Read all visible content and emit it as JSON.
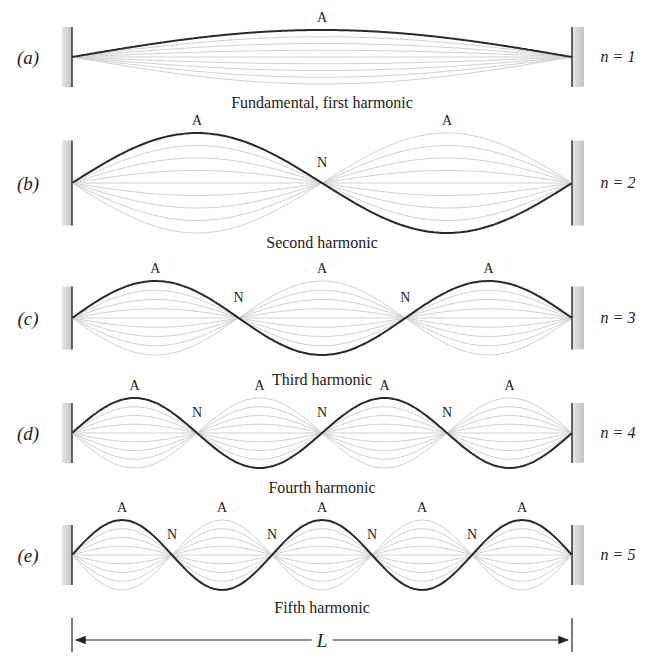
{
  "diagram": {
    "labels": [
      "(a)",
      "A",
      "n = 1",
      "Fundamental, first harmonic",
      "(b)",
      "A",
      "N",
      "A",
      "n = 2",
      "Second harmonic",
      "(c)",
      "A",
      "N",
      "A",
      "N",
      "A",
      "n = 3",
      "Third harmonic",
      "(d)",
      "A",
      "N",
      "A",
      "N",
      "A",
      "N",
      "A",
      "n = 4",
      "Fourth harmonic",
      "(e)",
      "A",
      "N",
      "A",
      "N",
      "A",
      "N",
      "A",
      "N",
      "A",
      "n = 5",
      "Fifth harmonic",
      "L"
    ]
  }
}
